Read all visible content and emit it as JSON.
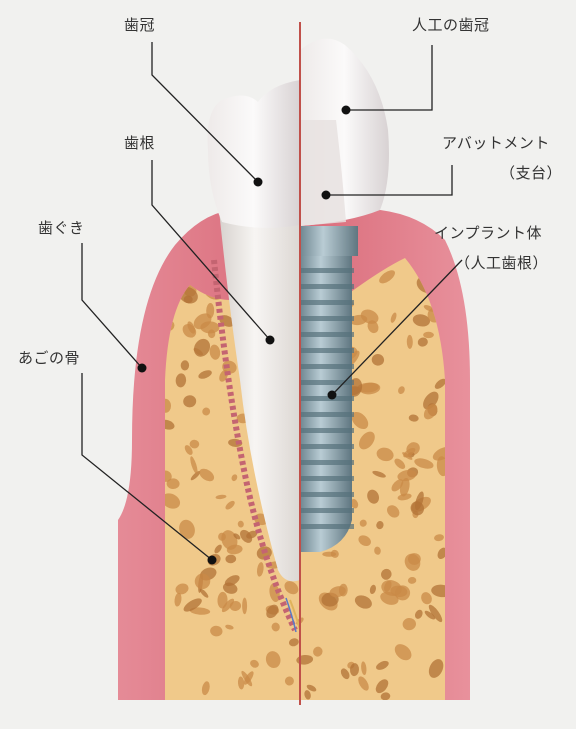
{
  "labels": {
    "crown": "歯冠",
    "root": "歯根",
    "gum": "歯ぐき",
    "jawbone": "あごの骨",
    "artificial_crown": "人工の歯冠",
    "abutment_line1": "アバットメント",
    "abutment_line2": "（支台）",
    "implant_line1": "インプラント体",
    "implant_line2": "（人工歯根）"
  },
  "colors": {
    "background": "#f1f1ef",
    "gum": "#d9707e",
    "bone": "#f0c98a",
    "bone_pore": "#c98a47",
    "tooth": "#eeebe8",
    "implant": "#8fa7b2",
    "divider": "#c0504a",
    "leader": "#222222"
  }
}
